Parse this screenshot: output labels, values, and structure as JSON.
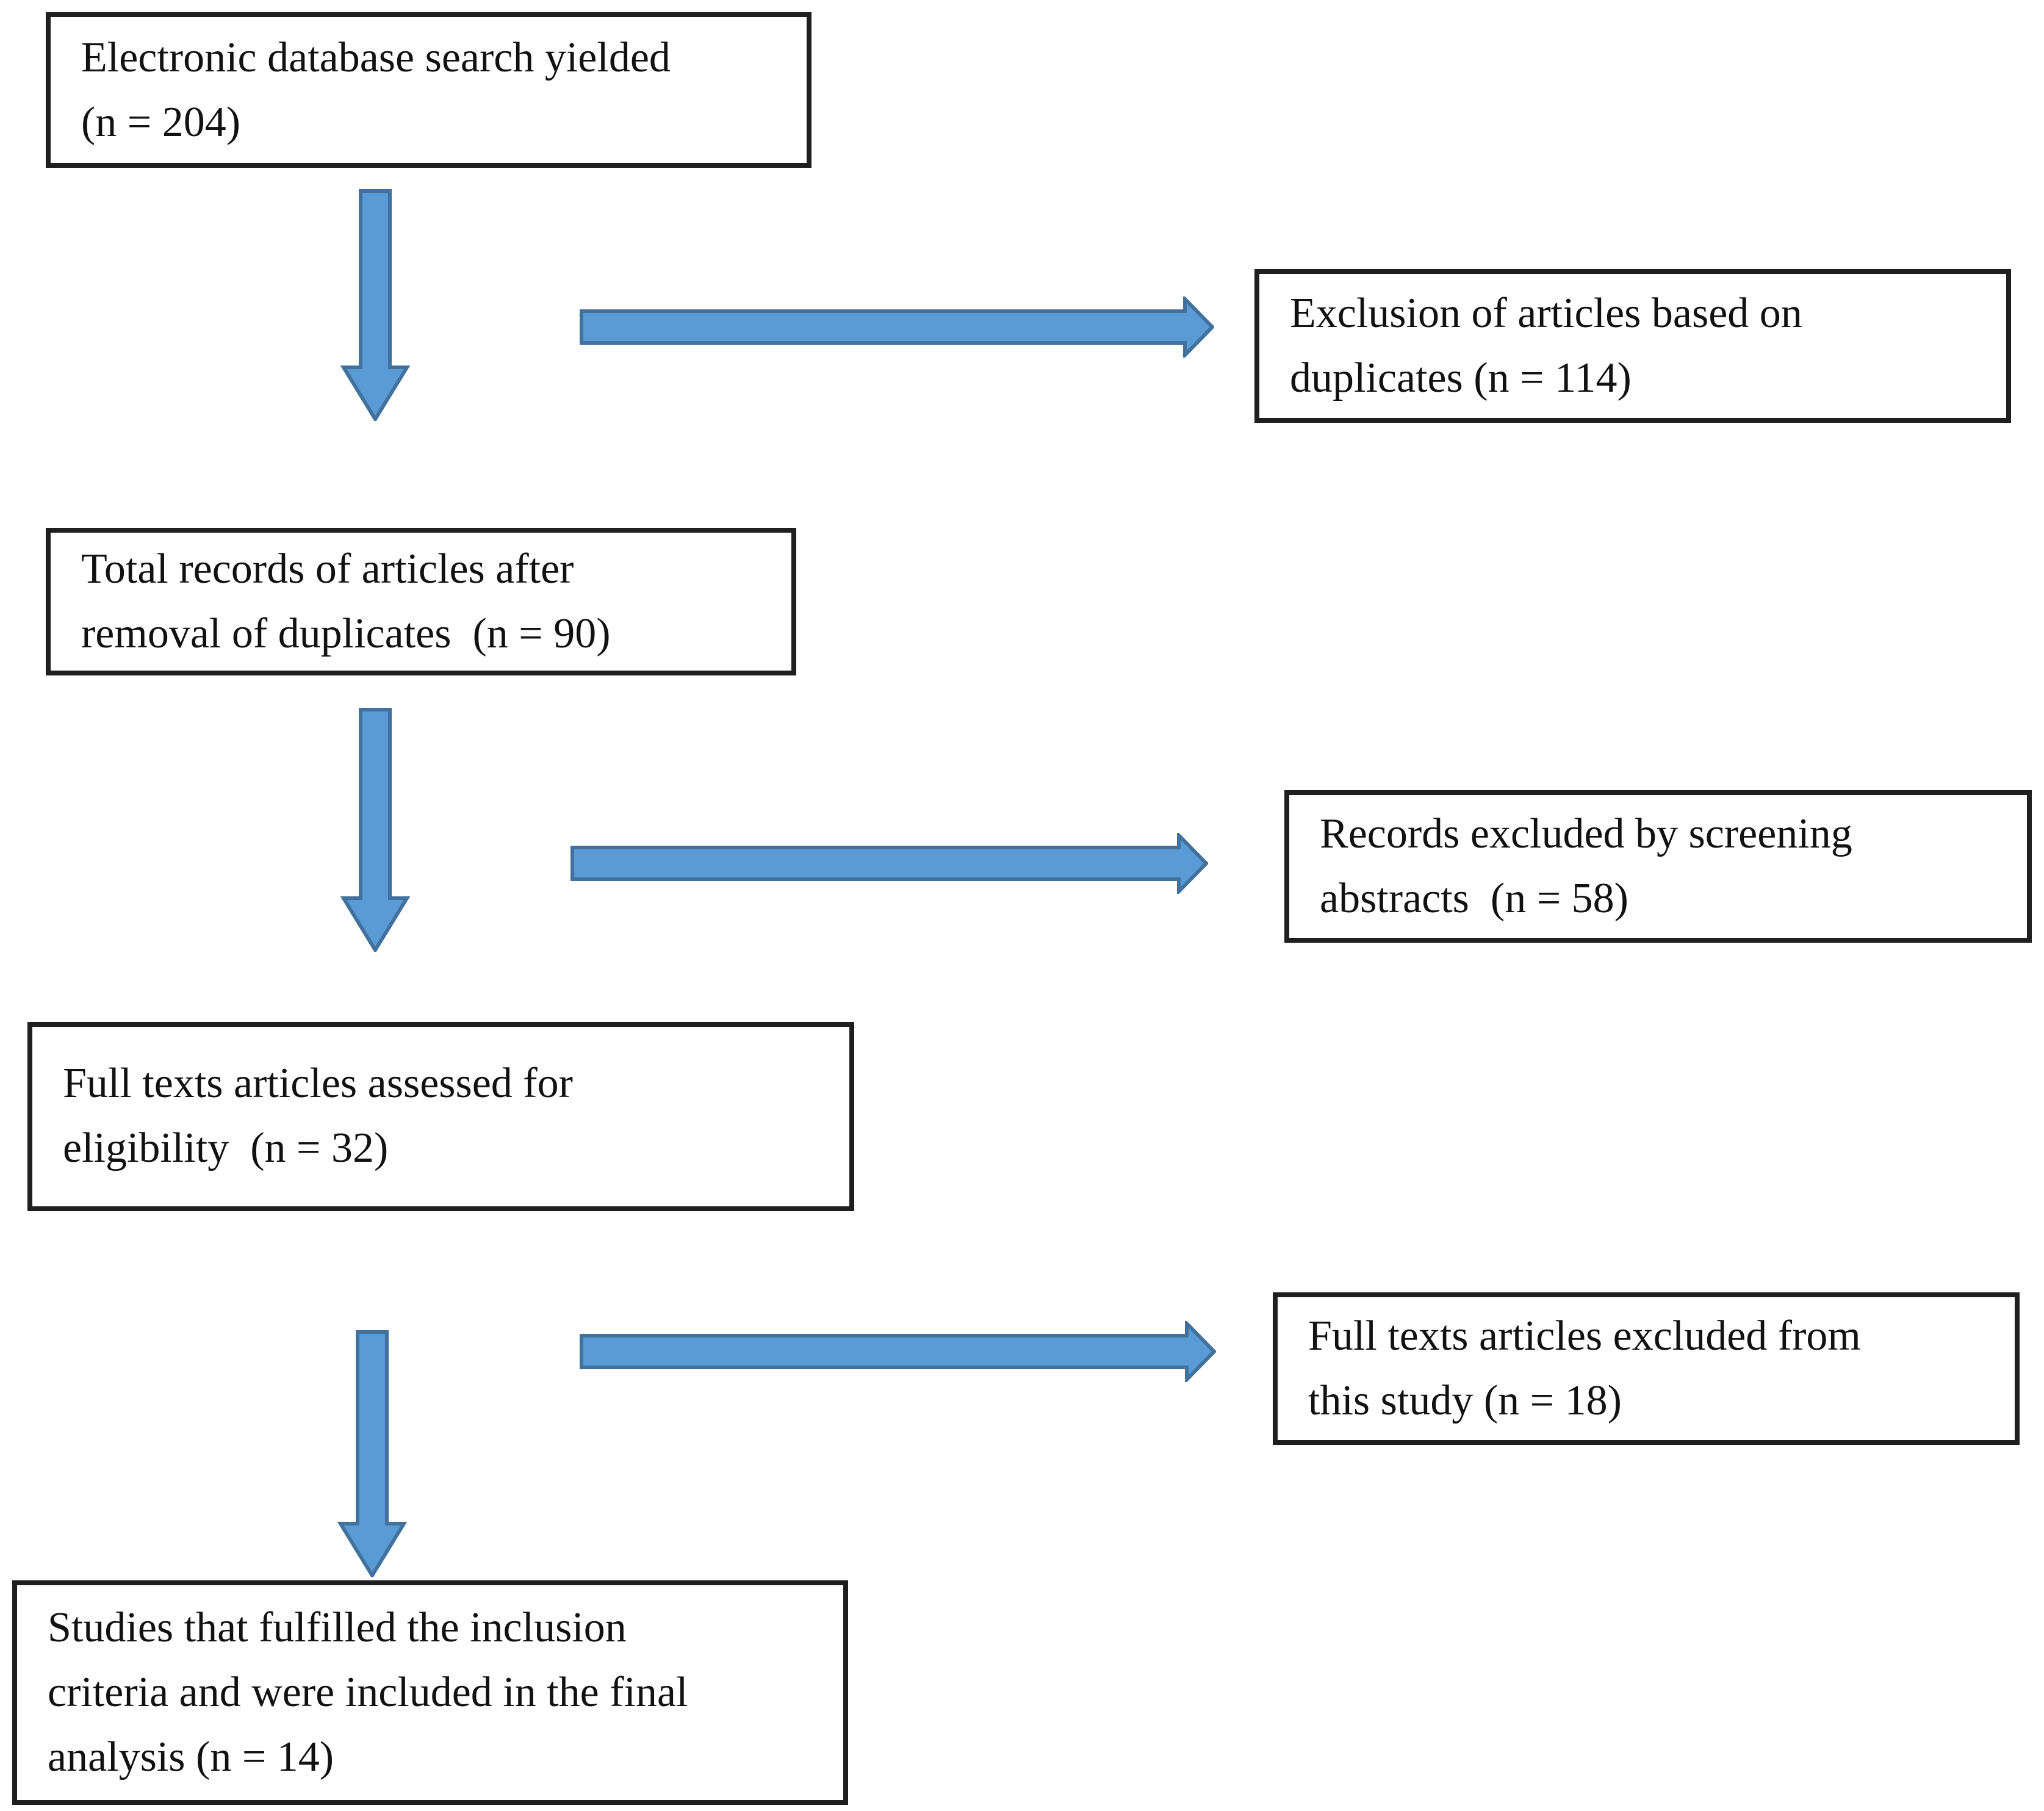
{
  "diagram": {
    "type": "flowchart",
    "colors": {
      "arrow_fill": "#5B9BD5",
      "arrow_stroke": "#41719C",
      "box_border": "#1F1F1F",
      "box_background": "#FFFFFF",
      "text": "#111111",
      "page_background": "#FFFFFF"
    },
    "boxes": [
      {
        "id": "search",
        "text": "Electronic database search yielded\n(n = 204)",
        "n": 204
      },
      {
        "id": "excluded_duplicates",
        "text": "Exclusion of articles based on\nduplicates (n = 114)",
        "n": 114
      },
      {
        "id": "after_duplicates",
        "text": "Total records of articles after\nremoval of duplicates  (n = 90)",
        "n": 90
      },
      {
        "id": "excluded_screening",
        "text": "Records excluded by screening\nabstracts  (n = 58)",
        "n": 58
      },
      {
        "id": "fulltext_assessed",
        "text": "Full texts articles assessed for\neligibility  (n = 32)",
        "n": 32
      },
      {
        "id": "fulltext_excluded",
        "text": "Full texts articles excluded from\nthis study (n = 18)",
        "n": 18
      },
      {
        "id": "included_final",
        "text": "Studies that fulfilled the inclusion\ncriteria and were included in the final\nanalysis (n = 14)",
        "n": 14
      }
    ],
    "arrows": [
      {
        "from": "search",
        "to": "after_duplicates",
        "direction": "down"
      },
      {
        "from": "search",
        "to": "excluded_duplicates",
        "direction": "right"
      },
      {
        "from": "after_duplicates",
        "to": "fulltext_assessed",
        "direction": "down"
      },
      {
        "from": "after_duplicates",
        "to": "excluded_screening",
        "direction": "right"
      },
      {
        "from": "fulltext_assessed",
        "to": "included_final",
        "direction": "down"
      },
      {
        "from": "fulltext_assessed",
        "to": "fulltext_excluded",
        "direction": "right"
      }
    ]
  }
}
